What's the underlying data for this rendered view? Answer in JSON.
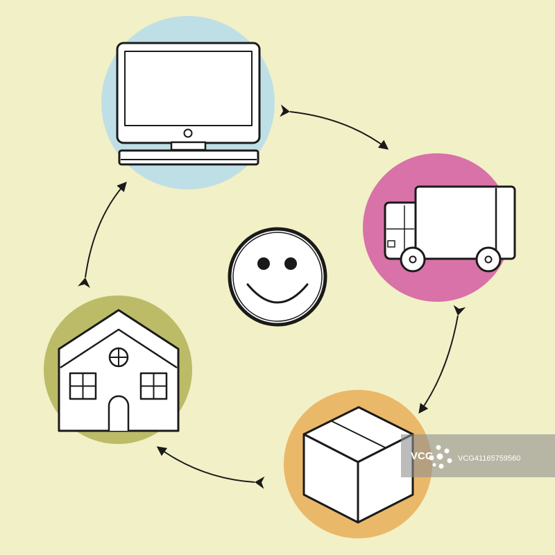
{
  "colors": {
    "background": "#f2f0c6",
    "computer_circle": "#bfdfe7",
    "truck_circle": "#d872a8",
    "box_circle": "#eab869",
    "house_circle": "#bcbc68",
    "stroke": "#1a1a1a",
    "icon_fill": "#ffffff"
  },
  "nodes": [
    {
      "id": "computer",
      "icon": "desktop-computer-icon"
    },
    {
      "id": "truck",
      "icon": "delivery-truck-icon"
    },
    {
      "id": "box",
      "icon": "package-box-icon"
    },
    {
      "id": "house",
      "icon": "house-icon"
    }
  ],
  "center_icon": "smiley-face-icon",
  "cycle": [
    "computer",
    "truck",
    "box",
    "house",
    "computer"
  ],
  "watermark": {
    "logo_text": "VCG",
    "id_text": "VCG41165759560"
  }
}
